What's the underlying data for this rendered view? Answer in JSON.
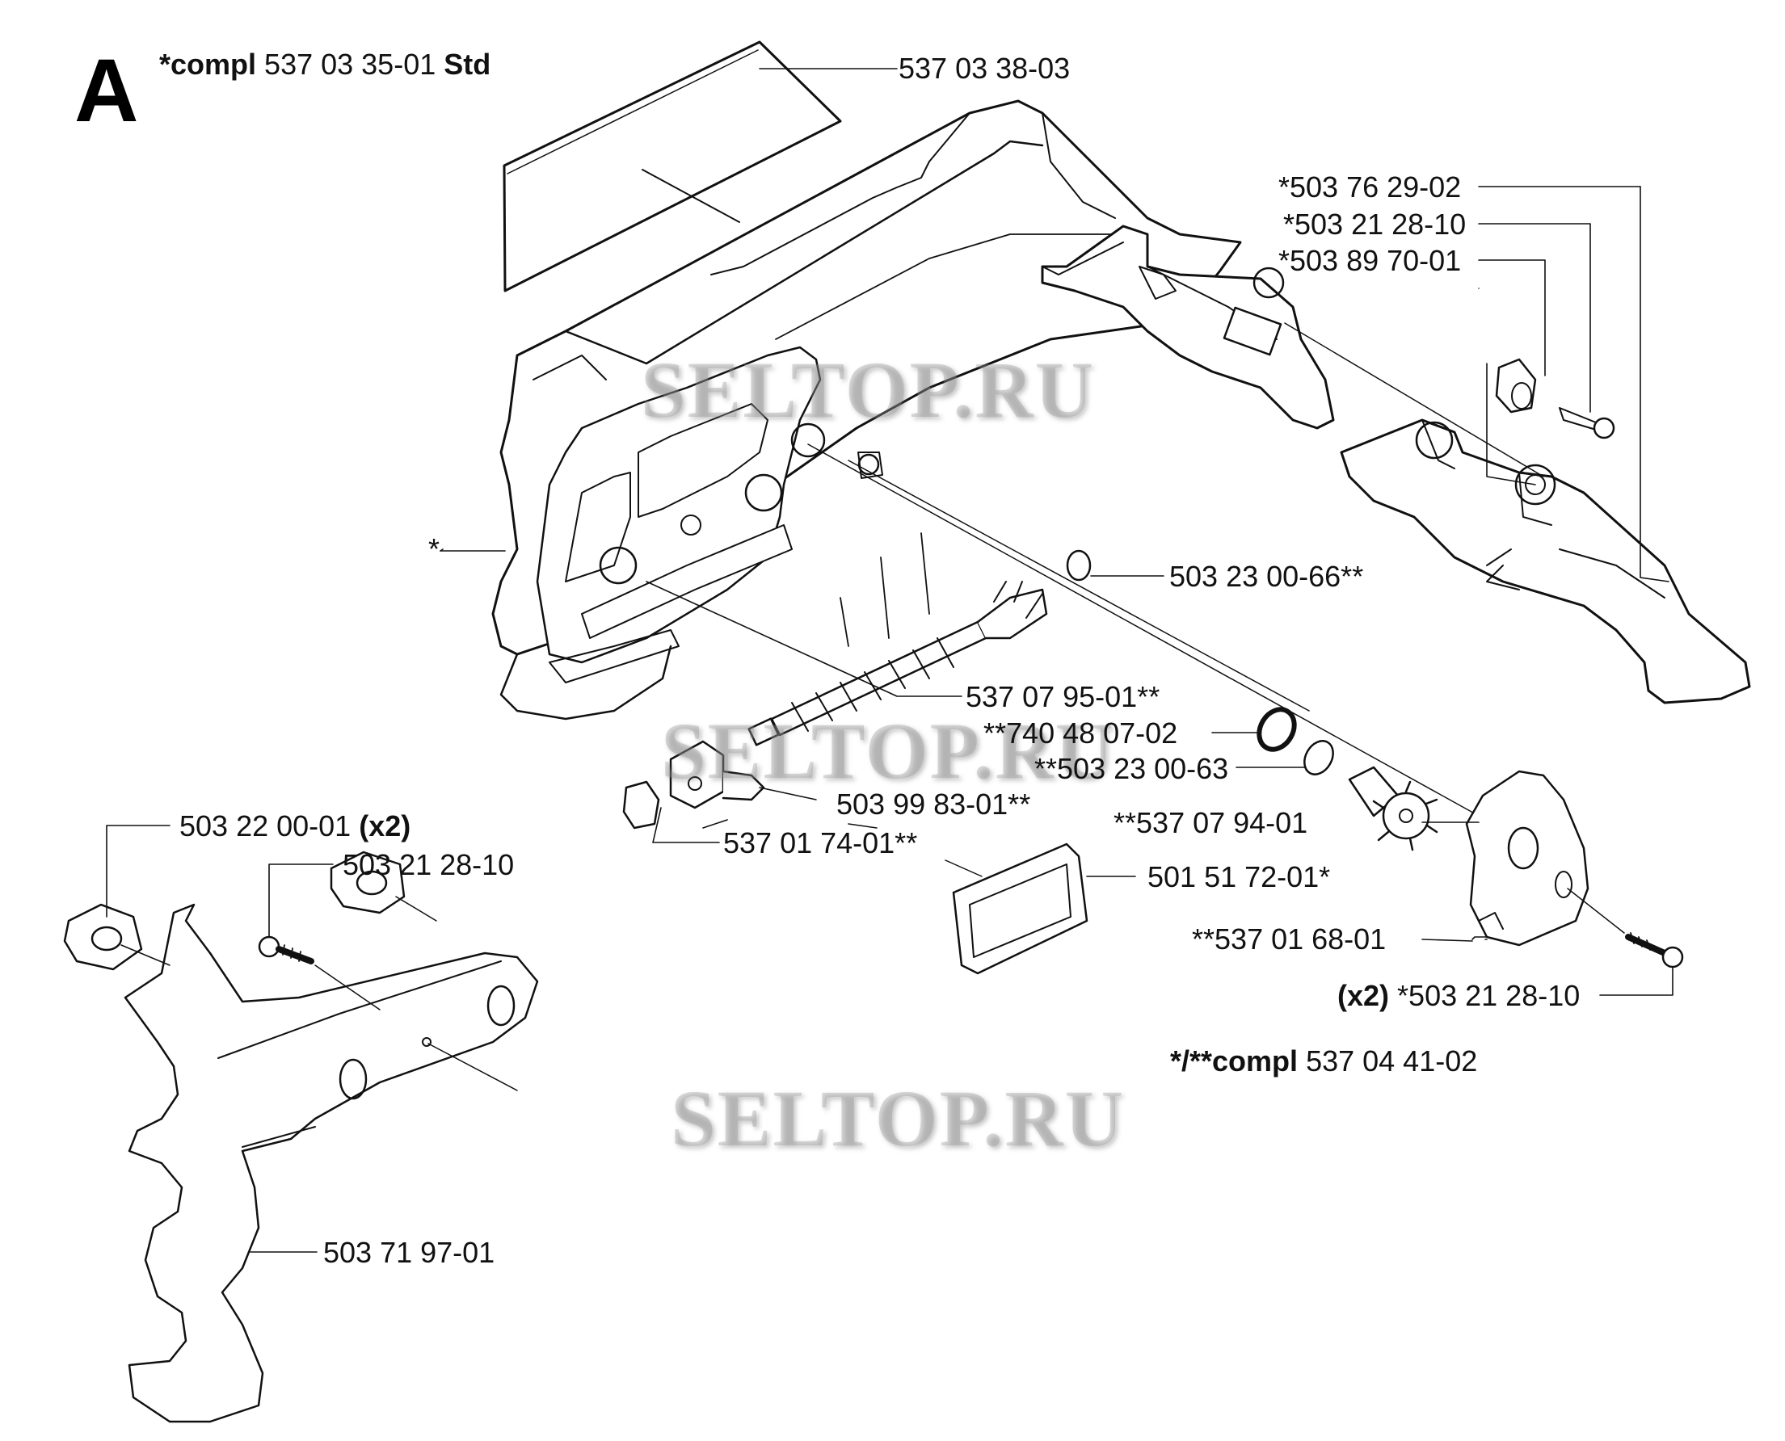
{
  "section": "A",
  "titles": {
    "compl_std": {
      "prefix": "*compl",
      "code": "537 03 35-01",
      "suffix": "Std"
    },
    "compl_2": {
      "prefix": "*/**compl",
      "code": "537 04 41-02"
    }
  },
  "labels": {
    "p_537_03_38_03": "537 03 38-03",
    "p_503_76_29_02": "*503 76 29-02",
    "p_503_21_28_10_a": "*503 21 28-10",
    "p_503_89_70_01": "*503 89 70-01",
    "p_star": "*",
    "p_503_23_00_66": "503 23 00-66**",
    "p_537_07_95_01": "537 07 95-01**",
    "p_740_48_07_02": "**740 48 07-02",
    "p_503_23_00_63": "**503 23 00-63",
    "p_503_99_83_01": "503 99 83-01**",
    "p_537_01_74_01": "537 01 74-01**",
    "p_537_07_94_01": "**537 07 94-01",
    "p_501_51_72_01": "501 51 72-01*",
    "p_537_01_68_01": "**537 01 68-01",
    "p_x2_503_21_28_10": {
      "qty": "(x2)",
      "code": "*503 21 28-10"
    },
    "p_503_22_00_01": {
      "code": "503 22 00-01",
      "qty": "(x2)"
    },
    "p_503_21_28_10_b": "503 21 28-10",
    "p_503_71_97_01": "503 71 97-01"
  },
  "watermarks": [
    "SELTOP.RU",
    "SELTOP.RU",
    "SELTOP.RU"
  ],
  "colors": {
    "ink": "#111111",
    "paper": "#ffffff",
    "watermark": "#969696"
  }
}
